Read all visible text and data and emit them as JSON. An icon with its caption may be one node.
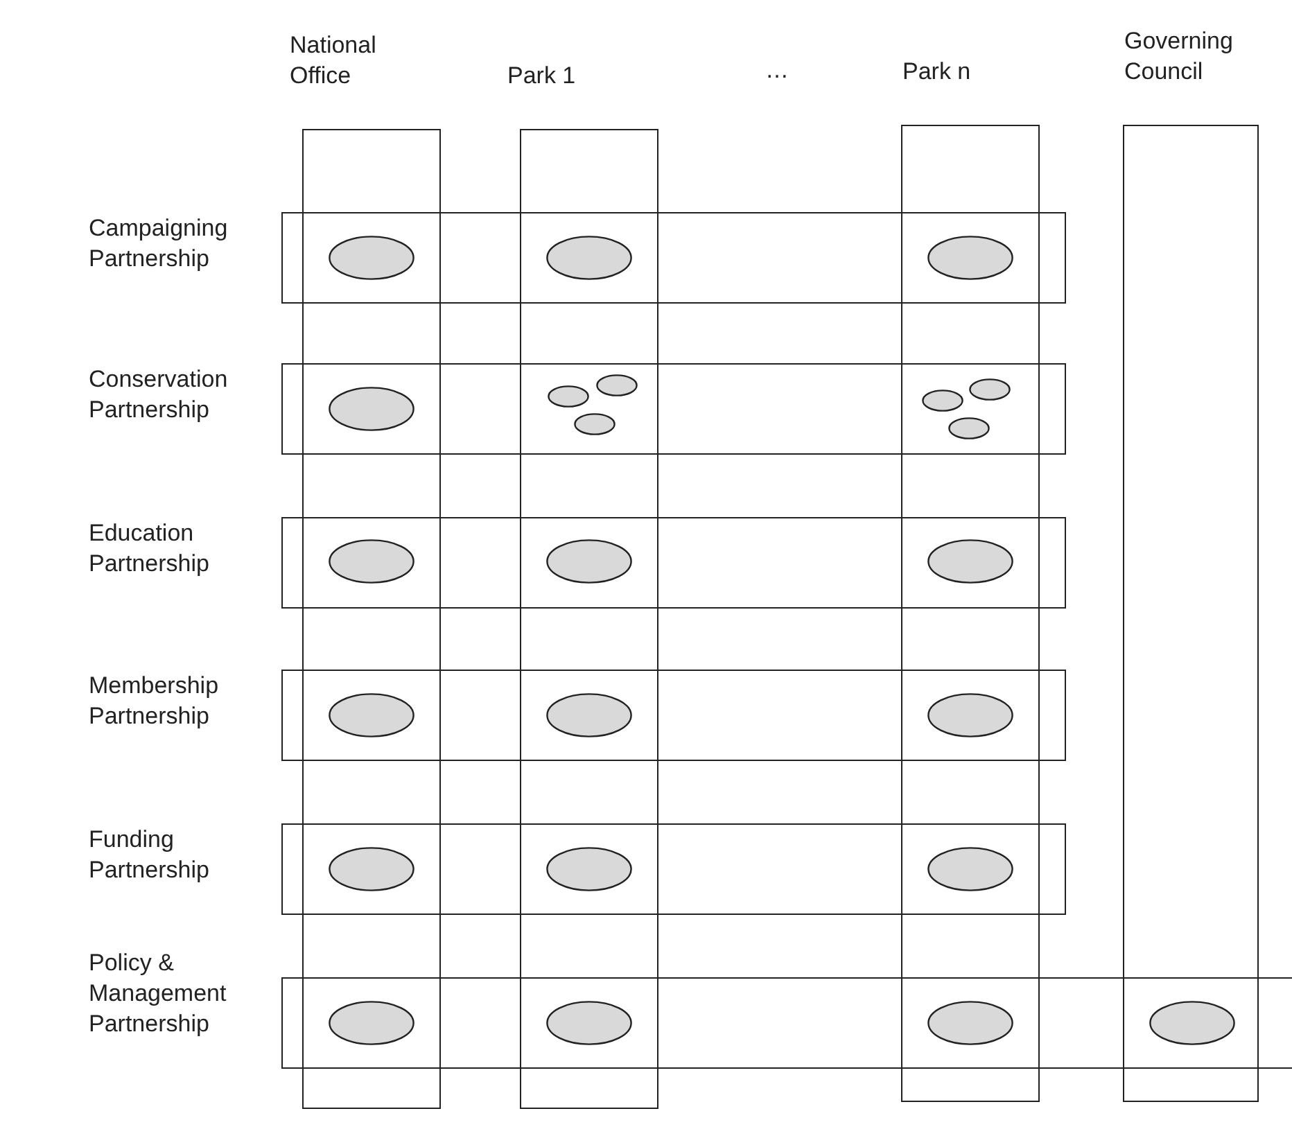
{
  "diagram": {
    "nodes": [
      {
        "text": [
          "National Office"
        ]
      },
      {
        "text": [
          "Park 1"
        ]
      },
      {
        "text": [
          "Park n"
        ]
      },
      {
        "text": [
          "Governing Council"
        ]
      },
      {
        "text": [
          "Campaigning Partnership"
        ]
      },
      {
        "text": [
          "Conservation Partnership"
        ]
      },
      {
        "text": [
          "Education Partnership"
        ]
      },
      {
        "text": [
          "Membership Partnership"
        ]
      },
      {
        "text": [
          "Funding Partnership"
        ]
      },
      {
        "text": [
          "Policy & Management Partnership"
        ]
      },
      {
        "text": [],
        "shape": "ellipse"
      },
      {
        "text": [],
        "shape": "ellipse"
      },
      {
        "text": [],
        "shape": "ellipse"
      },
      {
        "text": [],
        "shape": "ellipse"
      },
      {
        "text": [],
        "shape": "ellipse"
      },
      {
        "text": [],
        "shape": "ellipse"
      },
      {
        "text": [],
        "shape": "ellipse"
      },
      {
        "text": [],
        "shape": "ellipse"
      },
      {
        "text": [],
        "shape": "ellipse"
      },
      {
        "text": [],
        "shape": "ellipse"
      },
      {
        "text": [],
        "shape": "ellipse"
      },
      {
        "text": [],
        "shape": "ellipse"
      },
      {
        "text": [],
        "shape": "ellipse"
      },
      {
        "text": [],
        "shape": "ellipse"
      },
      {
        "text": [],
        "shape": "ellipse"
      },
      {
        "text": [],
        "shape": "ellipse"
      },
      {
        "text": [],
        "shape": "ellipse"
      },
      {
        "text": [],
        "shape": "ellipse"
      },
      {
        "text": [],
        "shape": "ellipse"
      },
      {
        "text": [],
        "shape": "ellipse"
      },
      {
        "text": [],
        "shape": "ellipse"
      },
      {
        "text": [],
        "shape": "ellipse"
      },
      {
        "text": [],
        "shape": "ellipse"
      }
    ],
    "labels": [
      "…"
    ]
  }
}
